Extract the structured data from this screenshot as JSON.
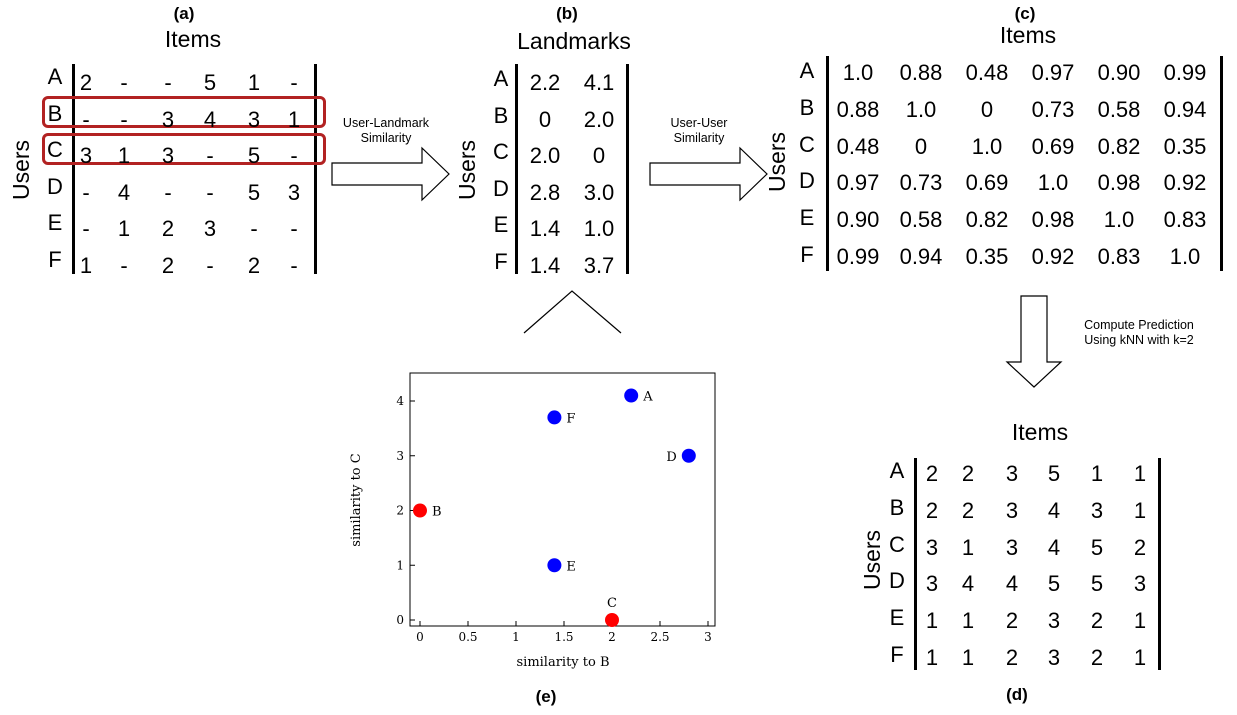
{
  "panels": {
    "a": {
      "label": "(a)",
      "title": "Items",
      "axis_label": "Users",
      "rows": [
        "A",
        "B",
        "C",
        "D",
        "E",
        "F"
      ],
      "cells": [
        [
          "2",
          "-",
          "-",
          "5",
          "1",
          "-"
        ],
        [
          "-",
          "-",
          "3",
          "4",
          "3",
          "1"
        ],
        [
          "3",
          "1",
          "3",
          "-",
          "5",
          "-"
        ],
        [
          "-",
          "4",
          "-",
          "-",
          "5",
          "3"
        ],
        [
          "-",
          "1",
          "2",
          "3",
          "-",
          "-"
        ],
        [
          "1",
          "-",
          "2",
          "-",
          "2",
          "-"
        ]
      ]
    },
    "b": {
      "label": "(b)",
      "title": "Landmarks",
      "axis_label": "Users",
      "rows": [
        "A",
        "B",
        "C",
        "D",
        "E",
        "F"
      ],
      "cells": [
        [
          "2.2",
          "4.1"
        ],
        [
          "0",
          "2.0"
        ],
        [
          "2.0",
          "0"
        ],
        [
          "2.8",
          "3.0"
        ],
        [
          "1.4",
          "1.0"
        ],
        [
          "1.4",
          "3.7"
        ]
      ]
    },
    "c": {
      "label": "(c)",
      "title": "Items",
      "axis_label": "Users",
      "rows": [
        "A",
        "B",
        "C",
        "D",
        "E",
        "F"
      ],
      "cells": [
        [
          "1.0",
          "0.88",
          "0.48",
          "0.97",
          "0.90",
          "0.99"
        ],
        [
          "0.88",
          "1.0",
          "0",
          "0.73",
          "0.58",
          "0.94"
        ],
        [
          "0.48",
          "0",
          "1.0",
          "0.69",
          "0.82",
          "0.35"
        ],
        [
          "0.97",
          "0.73",
          "0.69",
          "1.0",
          "0.98",
          "0.92"
        ],
        [
          "0.90",
          "0.58",
          "0.82",
          "0.98",
          "1.0",
          "0.83"
        ],
        [
          "0.99",
          "0.94",
          "0.35",
          "0.92",
          "0.83",
          "1.0"
        ]
      ]
    },
    "d": {
      "label": "(d)",
      "title": "Items",
      "axis_label": "Users",
      "rows": [
        "A",
        "B",
        "C",
        "D",
        "E",
        "F"
      ],
      "cells": [
        [
          "2",
          "2",
          "3",
          "5",
          "1",
          "1"
        ],
        [
          "2",
          "2",
          "3",
          "4",
          "3",
          "1"
        ],
        [
          "3",
          "1",
          "3",
          "4",
          "5",
          "2"
        ],
        [
          "3",
          "4",
          "4",
          "5",
          "5",
          "3"
        ],
        [
          "1",
          "1",
          "2",
          "3",
          "2",
          "1"
        ],
        [
          "1",
          "1",
          "2",
          "3",
          "2",
          "1"
        ]
      ]
    },
    "e": {
      "label": "(e)"
    }
  },
  "arrows": {
    "ab": {
      "line1": "User-Landmark",
      "line2": "Similarity"
    },
    "bc": {
      "line1": "User-User",
      "line2": "Similarity"
    },
    "cd": {
      "line1": "Compute Prediction",
      "line2": "Using kNN with k=2"
    }
  },
  "chart_data": {
    "type": "scatter",
    "xlabel": "similarity to B",
    "ylabel": "similarity to C",
    "xlim": [
      0,
      3
    ],
    "ylim": [
      0,
      4
    ],
    "xticks": [
      "0",
      "0.5",
      "1",
      "1.5",
      "2",
      "2.5",
      "3"
    ],
    "yticks": [
      "0",
      "1",
      "2",
      "3",
      "4"
    ],
    "grid": false,
    "points": [
      {
        "label": "A",
        "x": 2.2,
        "y": 4.1,
        "color": "#0000ff"
      },
      {
        "label": "F",
        "x": 1.4,
        "y": 3.7,
        "color": "#0000ff"
      },
      {
        "label": "D",
        "x": 2.8,
        "y": 3.0,
        "color": "#0000ff"
      },
      {
        "label": "B",
        "x": 0,
        "y": 2.0,
        "color": "#ff0000"
      },
      {
        "label": "E",
        "x": 1.4,
        "y": 1.0,
        "color": "#0000ff"
      },
      {
        "label": "C",
        "x": 2.0,
        "y": 0,
        "color": "#ff0000"
      }
    ]
  },
  "colors": {
    "highlight": "#b22222",
    "landmark": "#ff0000",
    "user": "#0000ff"
  }
}
